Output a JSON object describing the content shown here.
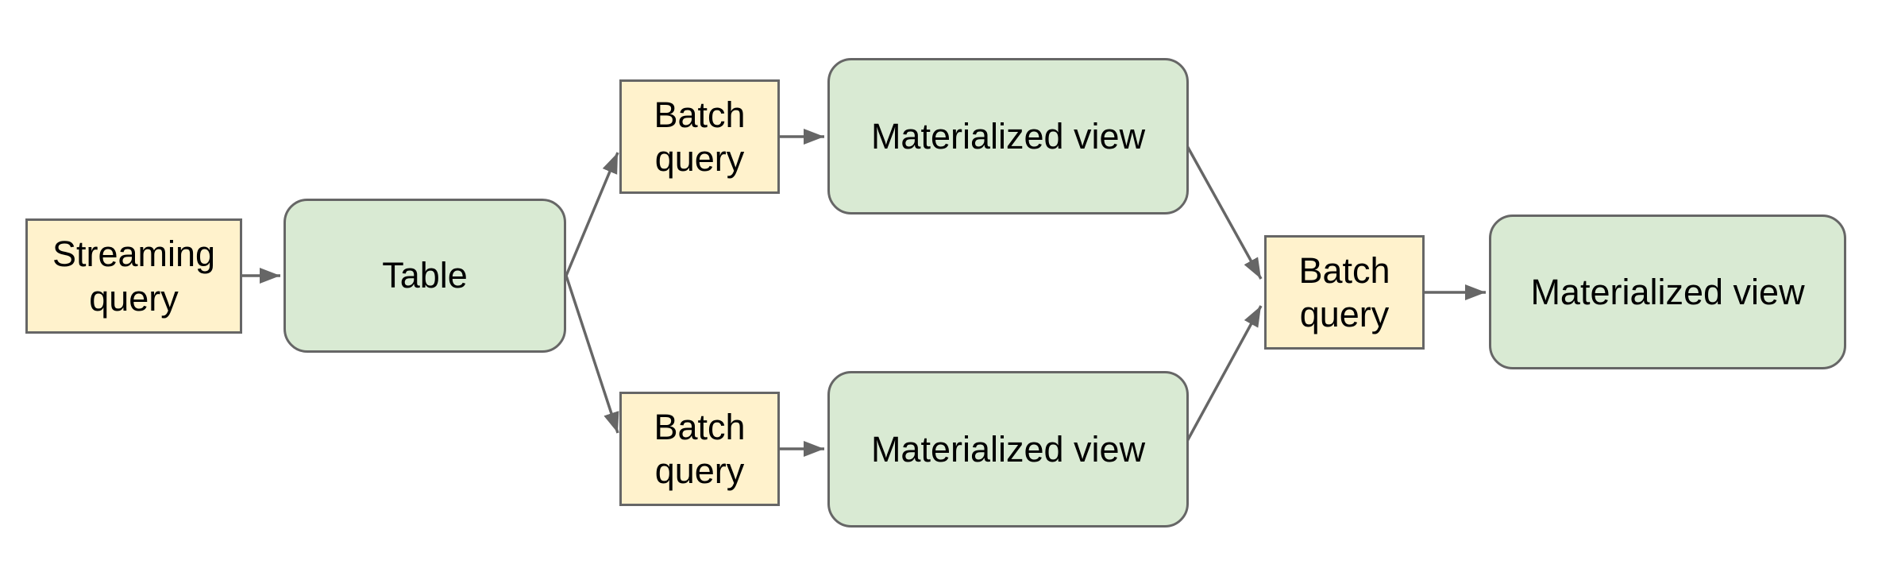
{
  "diagram": {
    "nodes": {
      "streaming_query": {
        "label": "Streaming query",
        "shape": "rectangle",
        "fill": "#fff2cc"
      },
      "table": {
        "label": "Table",
        "shape": "rounded",
        "fill": "#d9ead3"
      },
      "batch_query_top": {
        "label": "Batch query",
        "shape": "rectangle",
        "fill": "#fff2cc"
      },
      "materialized_view_top": {
        "label": "Materialized view",
        "shape": "rounded",
        "fill": "#d9ead3"
      },
      "batch_query_bottom": {
        "label": "Batch query",
        "shape": "rectangle",
        "fill": "#fff2cc"
      },
      "materialized_view_bottom": {
        "label": "Materialized view",
        "shape": "rounded",
        "fill": "#d9ead3"
      },
      "batch_query_final": {
        "label": "Batch query",
        "shape": "rectangle",
        "fill": "#fff2cc"
      },
      "materialized_view_final": {
        "label": "Materialized view",
        "shape": "rounded",
        "fill": "#d9ead3"
      }
    },
    "edges": [
      {
        "from": "streaming_query",
        "to": "table"
      },
      {
        "from": "table",
        "to": "batch_query_top"
      },
      {
        "from": "table",
        "to": "batch_query_bottom"
      },
      {
        "from": "batch_query_top",
        "to": "materialized_view_top"
      },
      {
        "from": "batch_query_bottom",
        "to": "materialized_view_bottom"
      },
      {
        "from": "materialized_view_top",
        "to": "batch_query_final"
      },
      {
        "from": "materialized_view_bottom",
        "to": "batch_query_final"
      },
      {
        "from": "batch_query_final",
        "to": "materialized_view_final"
      }
    ],
    "colors": {
      "query_fill": "#fff2cc",
      "table_view_fill": "#d9ead3",
      "border": "#666666",
      "arrow": "#666666",
      "text": "#000000",
      "background": "#ffffff"
    }
  }
}
